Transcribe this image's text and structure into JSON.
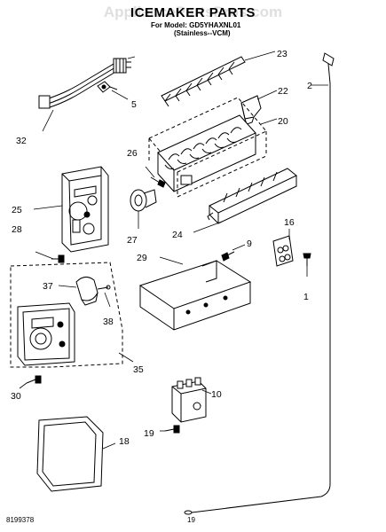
{
  "watermark": "AppliancePartsPros.com",
  "header": {
    "title": "ICEMAKER PARTS",
    "model_line": "For Model: GD5YHAXNL01",
    "variant_line": "(Stainless--VCM)"
  },
  "footer": {
    "doc_number": "8199378",
    "page_number": "19"
  },
  "callouts": [
    "1",
    "2",
    "5",
    "9",
    "10",
    "16",
    "18",
    "19",
    "20",
    "22",
    "23",
    "24",
    "25",
    "26",
    "27",
    "28",
    "29",
    "30",
    "32",
    "35",
    "37",
    "38"
  ]
}
